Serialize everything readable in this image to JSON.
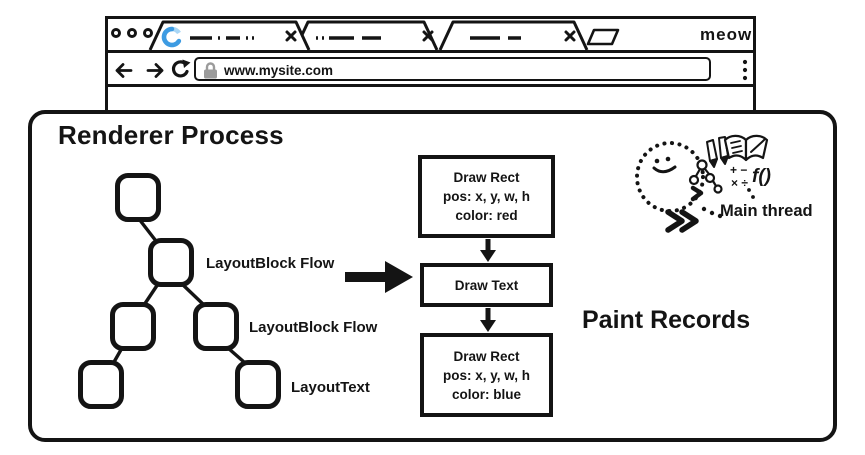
{
  "browser": {
    "url": "www.mysite.com",
    "brand": "meow",
    "tab_count": 3
  },
  "diagram": {
    "title": "Renderer Process",
    "tree_labels": [
      "LayoutBlock Flow",
      "LayoutBlock Flow",
      "LayoutText"
    ],
    "paint_records": {
      "heading": "Paint Records",
      "boxes": [
        {
          "lines": [
            "Draw Rect",
            "pos: x, y, w, h",
            "color: red"
          ]
        },
        {
          "lines": [
            "Draw Text"
          ]
        },
        {
          "lines": [
            "Draw Rect",
            "pos: x, y, w, h",
            "color: blue"
          ]
        }
      ]
    },
    "main_thread": {
      "label": "Main thread",
      "fn": "f()",
      "math1": "+ −",
      "math2": "× ÷"
    }
  },
  "colors": {
    "ink": "#141414",
    "spinner_dark": "#3d9be2",
    "spinner_light": "#a9d6f5",
    "lock_gray": "#9b9b9b"
  }
}
